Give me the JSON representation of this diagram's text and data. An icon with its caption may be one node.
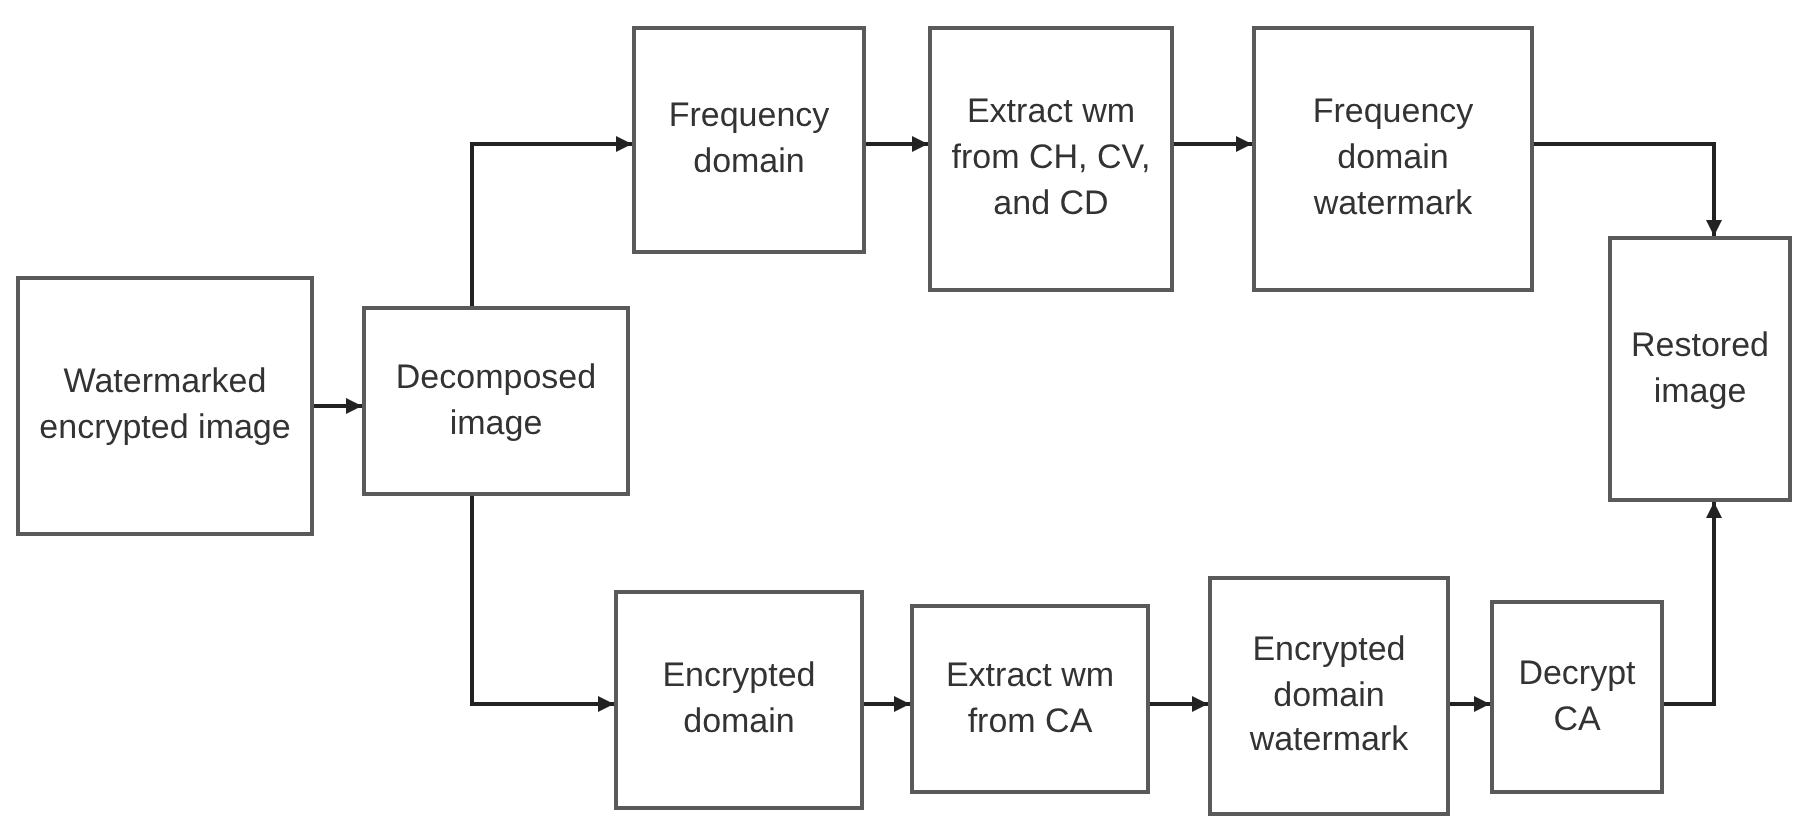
{
  "diagram": {
    "nodes": [
      {
        "text": [
          "Watermarked encrypted image"
        ]
      },
      {
        "text": [
          "Decomposed image"
        ]
      },
      {
        "text": [
          "Frequency domain"
        ]
      },
      {
        "text": [
          "Extract wm from CH, CV, and CD"
        ]
      },
      {
        "text": [
          "Frequency domain watermark"
        ]
      },
      {
        "text": [
          "Restored image"
        ]
      },
      {
        "text": [
          "Encrypted domain"
        ]
      },
      {
        "text": [
          "Extract wm from CA"
        ]
      },
      {
        "text": [
          "Encrypted domain watermark"
        ]
      },
      {
        "text": [
          "Decrypt CA"
        ]
      }
    ],
    "edges": [
      {
        "from": 0,
        "to": 1,
        "arrow": "to"
      },
      {
        "from": 1,
        "to": 2,
        "arrow": "to"
      },
      {
        "from": 1,
        "to": 6,
        "arrow": "to"
      },
      {
        "from": 2,
        "to": 3,
        "arrow": "to"
      },
      {
        "from": 3,
        "to": 4,
        "arrow": "to"
      },
      {
        "from": 4,
        "to": 5,
        "arrow": "to"
      },
      {
        "from": 6,
        "to": 7,
        "arrow": "to"
      },
      {
        "from": 7,
        "to": 8,
        "arrow": "to"
      },
      {
        "from": 8,
        "to": 9,
        "arrow": "to"
      },
      {
        "from": 9,
        "to": 5,
        "arrow": "to"
      }
    ]
  }
}
